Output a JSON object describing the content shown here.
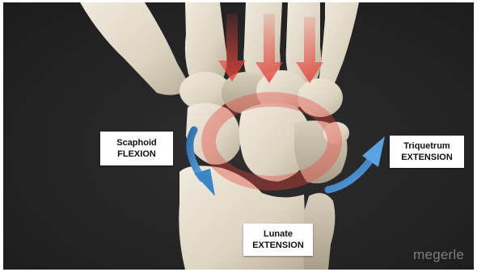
{
  "labels": {
    "scaphoid": {
      "name": "Scaphoid",
      "motion": "FLEXION"
    },
    "triquetrum": {
      "name": "Triquetrum",
      "motion": "EXTENSION"
    },
    "lunate": {
      "name": "Lunate",
      "motion": "EXTENSION"
    }
  },
  "watermark": "megerle",
  "colors": {
    "background": "#242424",
    "bone": "#e4dccb",
    "compression_arrow": "#e8453c",
    "rotation_arrow": "#3d86c6",
    "label_bg": "#ffffff"
  },
  "icons": {
    "compression_arrows": "red-down-arrow-icon",
    "scaphoid_arrow": "blue-curved-arrow-icon",
    "triquetrum_arrow": "blue-curved-arrow-icon"
  }
}
